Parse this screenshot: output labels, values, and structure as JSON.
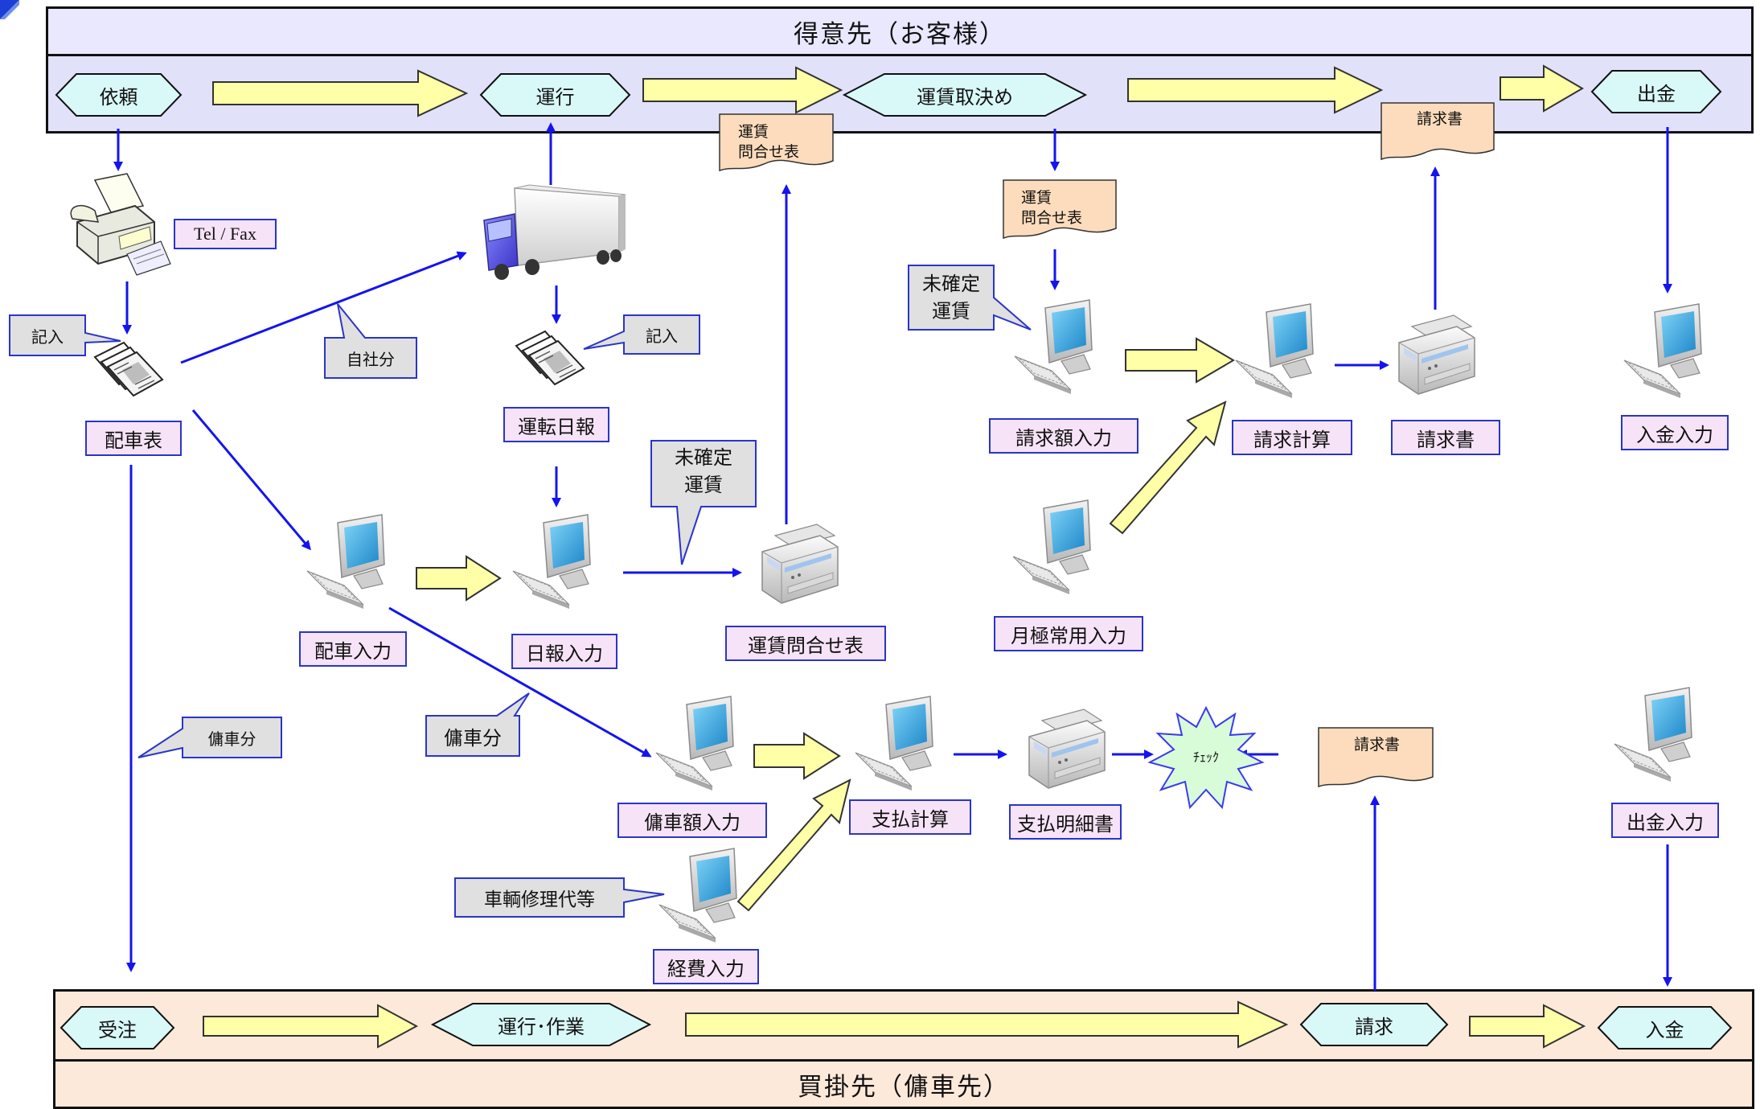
{
  "top_band": {
    "title": "得意先（お客様）",
    "steps": [
      "依頼",
      "運行",
      "運賃取決め",
      "出金"
    ]
  },
  "bottom_band": {
    "title": "買掛先（傭車先）",
    "steps": [
      "受注",
      "運行･作業",
      "請求",
      "入金"
    ]
  },
  "labels": {
    "tel_fax": "Tel / Fax",
    "haisha_hyo": "配車表",
    "unten_nippo": "運転日報",
    "haisha_nyuryoku": "配車入力",
    "nippo_nyuryoku": "日報入力",
    "unchin_toiawase": "運賃問合せ表",
    "seikyugaku_nyuryoku": "請求額入力",
    "seikyu_keisan": "請求計算",
    "seikyusho_print": "請求書",
    "nyukin_nyuryoku": "入金入力",
    "tsukigime": "月極常用入力",
    "yosha_gaku": "傭車額入力",
    "shiharai_keisan": "支払計算",
    "shiharai_meisai": "支払明細書",
    "keihi_nyuryoku": "経費入力",
    "shukkin_nyuryoku": "出金入力"
  },
  "callouts": {
    "kinyu_1": "記入",
    "kinyu_2": "記入",
    "jisha": "自社分",
    "yosha_1": "傭車分",
    "yosha_2": "傭車分",
    "mikakutei_1": "未確定\n運賃",
    "mikakutei_2": "未確定\n運賃",
    "sharyo": "車輌修理代等"
  },
  "documents": {
    "doc_toiawase_1": "運賃\n問合せ表",
    "doc_toiawase_2": "運賃\n問合せ表",
    "doc_seikyusho_top": "請求書",
    "doc_seikyusho_mid": "請求書"
  },
  "check_star": "ﾁｪｯｸ",
  "colors": {
    "flow_arrow": "#1414ee",
    "fat_arrow_fill": "#feffa6",
    "label_fill": "#f7e3f7",
    "label_border": "#2a35c8",
    "hex_fill": "#d9f8f8",
    "callout_fill": "#e0e0e0",
    "document_fill": "#fcdcbc",
    "star_fill": "#d8fcd8",
    "top_band_fill": "#e2e1fa",
    "bottom_band_fill": "#fde9da"
  }
}
